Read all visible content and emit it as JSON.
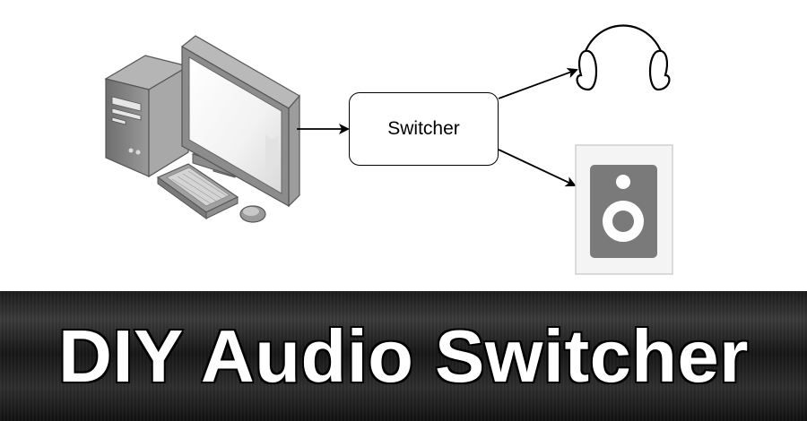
{
  "diagram": {
    "switcher_label": "Switcher",
    "nodes": [
      {
        "id": "computer",
        "icon": "desktop-computer-icon"
      },
      {
        "id": "switcher",
        "icon": "box"
      },
      {
        "id": "headphones",
        "icon": "headphones-icon"
      },
      {
        "id": "speaker",
        "icon": "speaker-icon"
      }
    ],
    "edges": [
      {
        "from": "computer",
        "to": "switcher"
      },
      {
        "from": "switcher",
        "to": "headphones"
      },
      {
        "from": "switcher",
        "to": "speaker"
      }
    ]
  },
  "banner": {
    "title": "DIY Audio Switcher"
  },
  "colors": {
    "background": "#ffffff",
    "banner": "#222222",
    "title_fill": "#ffffff",
    "title_stroke": "#000000",
    "speaker_body": "#7a7a7a",
    "computer_body": "#8a8a8a"
  }
}
